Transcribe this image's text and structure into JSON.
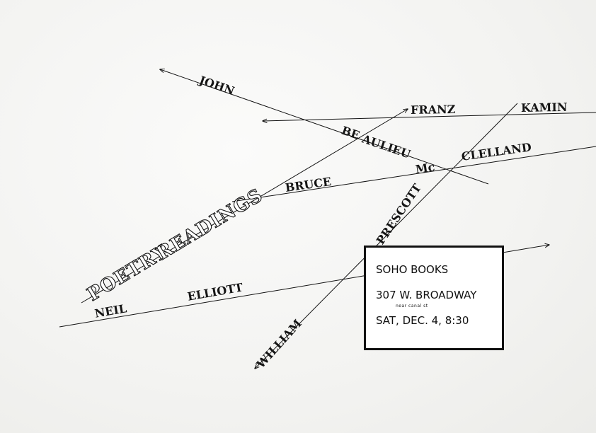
{
  "poster": {
    "title_words": [
      "POETRY",
      "READINGS"
    ],
    "names": {
      "john": "JOHN",
      "beaulieu_a": "BE",
      "beaulieu_b": "AULIEU",
      "franz": "FRANZ",
      "kamin": "KAMIN",
      "mc": "Mc",
      "clelland": "CLELLAND",
      "bruce": "BRUCE",
      "prescott": "PRESCOTT",
      "neil": "NEIL",
      "elliott": "ELLIOTT",
      "william": "WILLIAM"
    },
    "info": {
      "venue": "SOHO BOOKS",
      "address": "307 W. BROADWAY",
      "cross_street": "near canal st",
      "date_time": "SAT, DEC. 4, 8:30"
    },
    "colors": {
      "ink": "#111111",
      "paper": "#f4f4f2",
      "box": "#ffffff"
    }
  }
}
